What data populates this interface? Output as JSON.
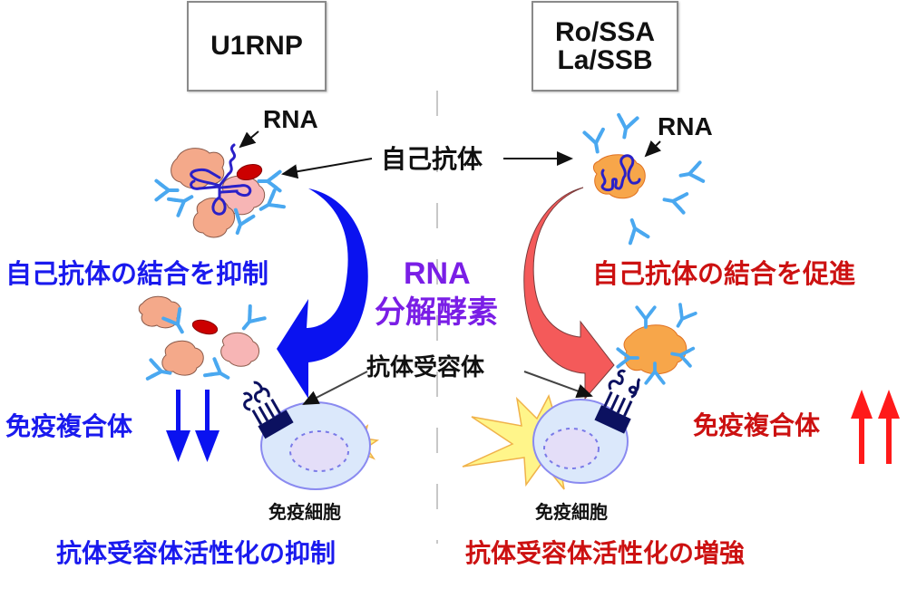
{
  "colors": {
    "suppress": "#1a1aee",
    "enhance": "#cc1111",
    "enzyme": "#7a1ee6",
    "label": "#111111",
    "antibody": "#4aa8f0",
    "rna_strand": "#2a20c8",
    "protein_left": "#f4a98a",
    "protein_pink": "#f7b5b5",
    "protein_right": "#f7a64a",
    "red_oval": "#cc0000",
    "blue_arrow": "#0a12f0",
    "red_arrow": "#f45a5a",
    "cell_fill": "#dbe8fb",
    "cell_border": "#8a8af0",
    "nucleus_fill": "#e4def8",
    "burst_fill": "#fff58a",
    "burst_border": "#f0b24a",
    "receptor": "#0c1160",
    "divider": "#c8c8c8"
  },
  "left_panel": {
    "title": "U1RNP",
    "rna_label": "RNA",
    "binding_effect": "自己抗体の結合を抑制",
    "immune_complex": "免疫複合体",
    "immune_complex_trend": "decrease",
    "cell_label": "免疫細胞",
    "outcome": "抗体受容体活性化の抑制"
  },
  "right_panel": {
    "title_line1": "Ro/SSA",
    "title_line2": "La/SSB",
    "rna_label": "RNA",
    "binding_effect": "自己抗体の結合を促進",
    "immune_complex": "免疫複合体",
    "immune_complex_trend": "increase",
    "cell_label": "免疫細胞",
    "outcome": "抗体受容体活性化の増強"
  },
  "center": {
    "autoantibody": "自己抗体",
    "enzyme_line1": "RNA",
    "enzyme_line2": "分解酵素",
    "antibody_receptor": "抗体受容体"
  }
}
